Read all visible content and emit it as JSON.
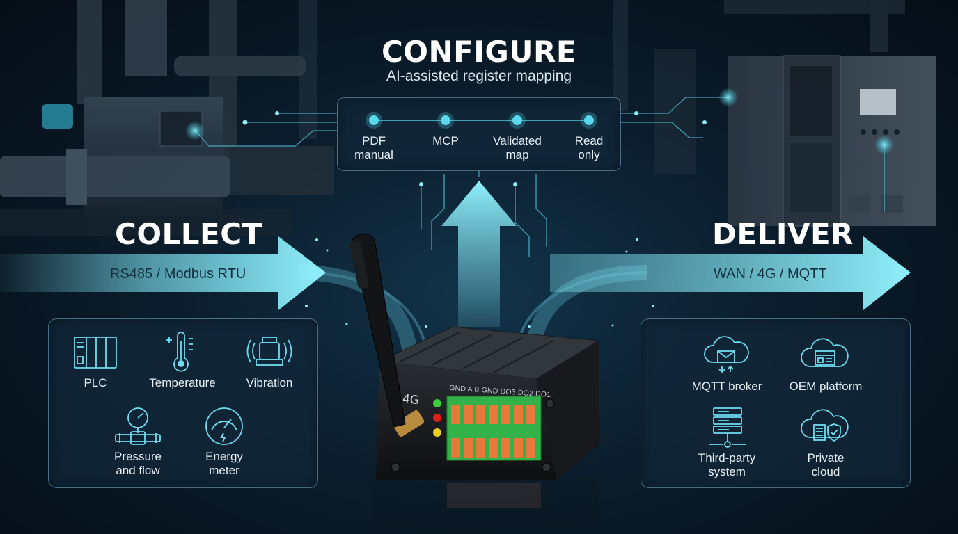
{
  "configure": {
    "title": "CONFIGURE",
    "subtitle": "AI-assisted register mapping",
    "steps": [
      {
        "label": "PDF\nmanual"
      },
      {
        "label": "MCP"
      },
      {
        "label": "Validated\nmap"
      },
      {
        "label": "Read\nonly"
      }
    ]
  },
  "collect": {
    "title": "COLLECT",
    "protocol": "RS485 / Modbus RTU",
    "devices": [
      {
        "label": "PLC",
        "icon": "plc-icon"
      },
      {
        "label": "Temperature",
        "icon": "thermometer-icon"
      },
      {
        "label": "Vibration",
        "icon": "vibration-sensor-icon"
      },
      {
        "label": "Pressure\nand flow",
        "icon": "pressure-gauge-icon"
      },
      {
        "label": "Energy\nmeter",
        "icon": "energy-meter-icon"
      }
    ]
  },
  "deliver": {
    "title": "DELIVER",
    "protocol": "WAN / 4G / MQTT",
    "targets": [
      {
        "label": "MQTT broker",
        "icon": "cloud-mail-icon"
      },
      {
        "label": "OEM platform",
        "icon": "cloud-dashboard-icon"
      },
      {
        "label": "Third-party\nsystem",
        "icon": "server-icon"
      },
      {
        "label": "Private\ncloud",
        "icon": "cloud-shield-icon"
      }
    ]
  },
  "gateway": {
    "badge": "4G",
    "terminal_labels": "GND A B GND DO3 DO2 DO1",
    "led_colors": [
      "#3ad13a",
      "#e01f1f",
      "#e8d020"
    ]
  },
  "colors": {
    "accent": "#5ad8ee",
    "arrow": "#7fe6f5",
    "panel_border": "#78aac3"
  }
}
